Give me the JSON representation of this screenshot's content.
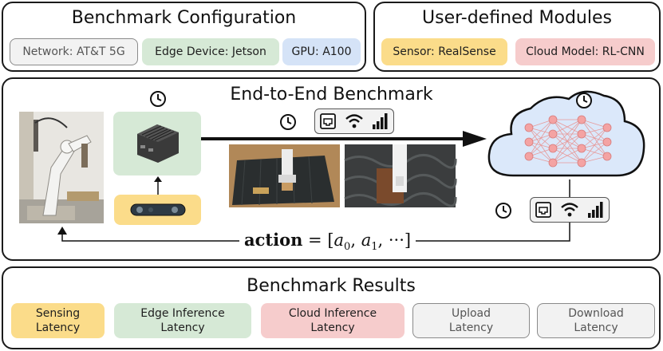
{
  "config": {
    "title": "Benchmark Configuration",
    "network": "Network: AT&T 5G",
    "edge_device": "Edge Device: Jetson",
    "gpu": "GPU: A100"
  },
  "modules": {
    "title": "User-defined Modules",
    "sensor": "Sensor: RealSense",
    "cloud_model": "Cloud Model: RL-CNN"
  },
  "e2e": {
    "title": "End-to-End Benchmark",
    "action_prefix": "action",
    "action_eq": "= [",
    "a0": "a",
    "a0_sub": "0",
    "a1": "a",
    "a1_sub": "1",
    "action_suffix": ", ···]"
  },
  "results": {
    "title": "Benchmark Results",
    "items": [
      {
        "line1": "Sensing",
        "line2": "Latency"
      },
      {
        "line1": "Edge Inference",
        "line2": "Latency"
      },
      {
        "line1": "Cloud Inference",
        "line2": "Latency"
      },
      {
        "line1": "Upload",
        "line2": "Latency"
      },
      {
        "line1": "Download",
        "line2": "Latency"
      }
    ]
  },
  "colors": {
    "gray": "#f2f2f2",
    "green": "#d6e9d6",
    "blue": "#d5e3f7",
    "yellow": "#fbdc8a",
    "red": "#f6cccc",
    "cloud": "#dbe8fa",
    "neuron": "#f4a3a3"
  },
  "icons": [
    "clock-icon",
    "ethernet-icon",
    "wifi-icon",
    "signal-bars-icon",
    "cloud-icon",
    "neural-network-icon",
    "jetson-device-icon",
    "realsense-camera-icon",
    "robot-arm-image",
    "workspace-image"
  ]
}
